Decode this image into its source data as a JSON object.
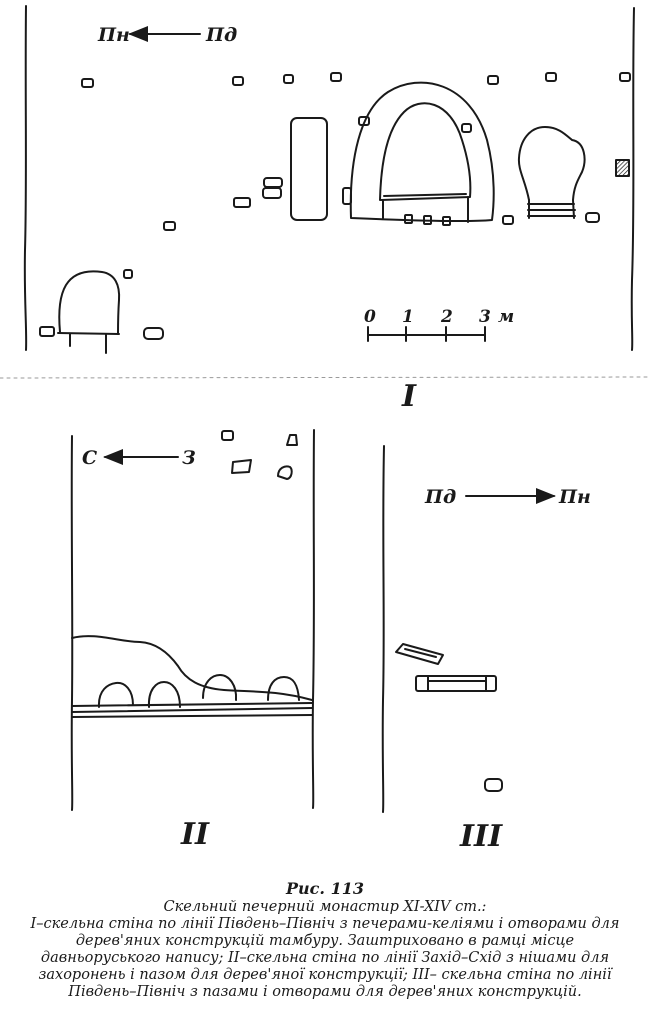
{
  "panel_i": {
    "direction_left": "Пн",
    "direction_right": "Пд",
    "scale_ticks": [
      "0",
      "1",
      "2",
      "3"
    ],
    "scale_unit": "м",
    "roman": "I"
  },
  "panel_ii": {
    "direction_left": "С",
    "direction_right": "З",
    "roman": "II"
  },
  "panel_iii": {
    "direction_left": "Пд",
    "direction_right": "Пн",
    "roman": "III"
  },
  "caption": {
    "figure": "Рис. 113",
    "lines": [
      "Скельний печерний монастир XI-XIV ст.:",
      "I–скельна стіна по лінії Південь–Північ з печерами-келіями і отворами для",
      "дерев'яних конструкцій тамбуру. Заштриховано в рамці місце",
      "давньоруського напису; II–скельна стіна по лінії Захід–Схід з нішами для",
      "захоронень і пазом для дерев'яної конструкції; III– скельна стіна по лінії",
      "Південь–Північ з пазами і отворами для дерев'яних конструкцій."
    ]
  }
}
